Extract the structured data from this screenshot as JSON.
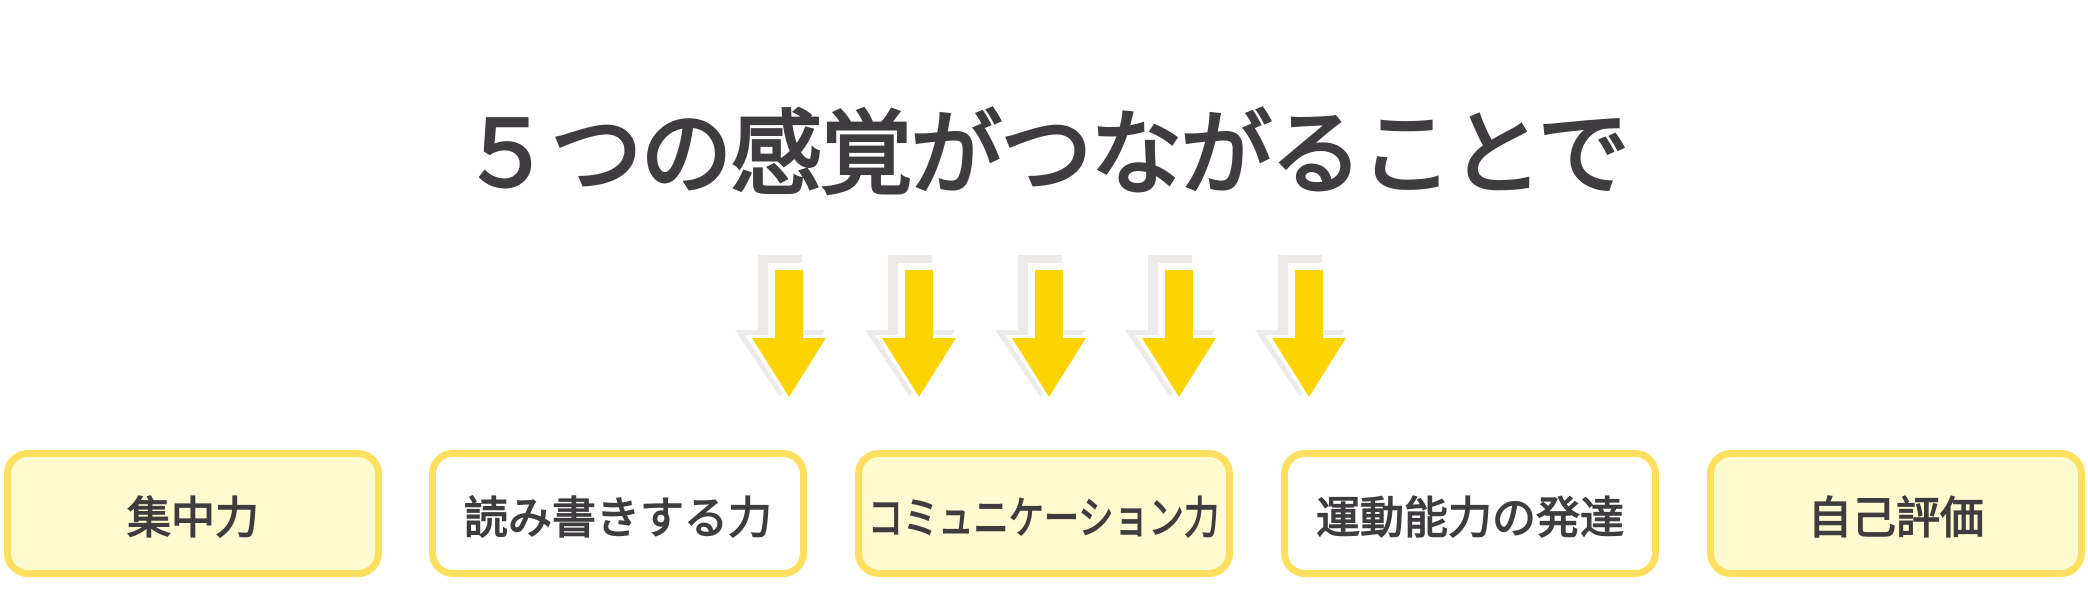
{
  "title": "５つの感覚がつながることで",
  "colors": {
    "text": "#3e3c3e",
    "arrow": "#fdd400",
    "arrow_shadow": "#ecebea",
    "box_border": "#ffdf5f",
    "box_fill_highlight": "#fffbd0",
    "box_fill_plain": "#ffffff"
  },
  "arrow_count": 5,
  "boxes": [
    {
      "label": "集中力",
      "highlighted": true
    },
    {
      "label": "読み書きする力",
      "highlighted": false
    },
    {
      "label": "コミュニケーション力",
      "highlighted": true
    },
    {
      "label": "運動能力の発達",
      "highlighted": false
    },
    {
      "label": "自己評価",
      "highlighted": true
    }
  ]
}
